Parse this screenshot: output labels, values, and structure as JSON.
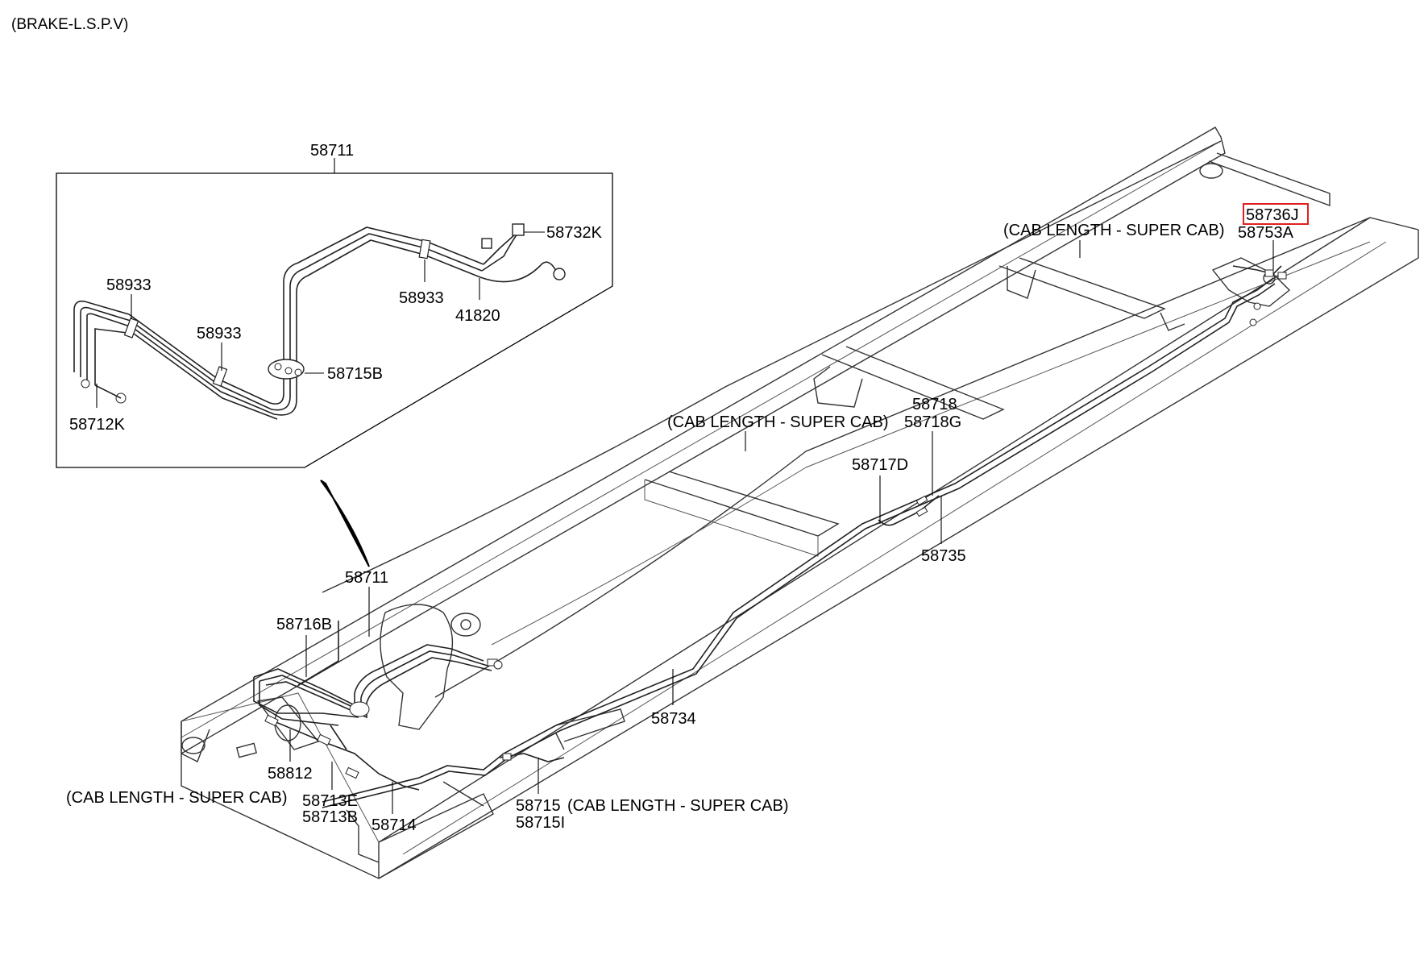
{
  "header": {
    "title": "(BRAKE-L.S.P.V)"
  },
  "inset": {
    "title": "58711",
    "labels": [
      "58732K",
      "58933",
      "41820",
      "58933",
      "58933",
      "58715B",
      "58712K"
    ]
  },
  "parts": {
    "highlighted": "58736J",
    "p58753A": "58753A",
    "p58718": "58718",
    "p58718G": "58718G",
    "p58717D": "58717D",
    "p58735": "58735",
    "p58711": "58711",
    "p58716B": "58716B",
    "p58734": "58734",
    "p58812": "58812",
    "p58713E": "58713E",
    "p58713B": "58713B",
    "p58714": "58714",
    "p58715": "58715",
    "p58715I": "58715I"
  },
  "notes": {
    "top": "(CAB LENGTH - SUPER CAB)",
    "middle": "(CAB LENGTH - SUPER CAB)",
    "left": "(CAB LENGTH - SUPER CAB)",
    "bottom": "(CAB LENGTH - SUPER CAB)"
  },
  "colors": {
    "highlight": "#e02020",
    "line": "#222222"
  }
}
